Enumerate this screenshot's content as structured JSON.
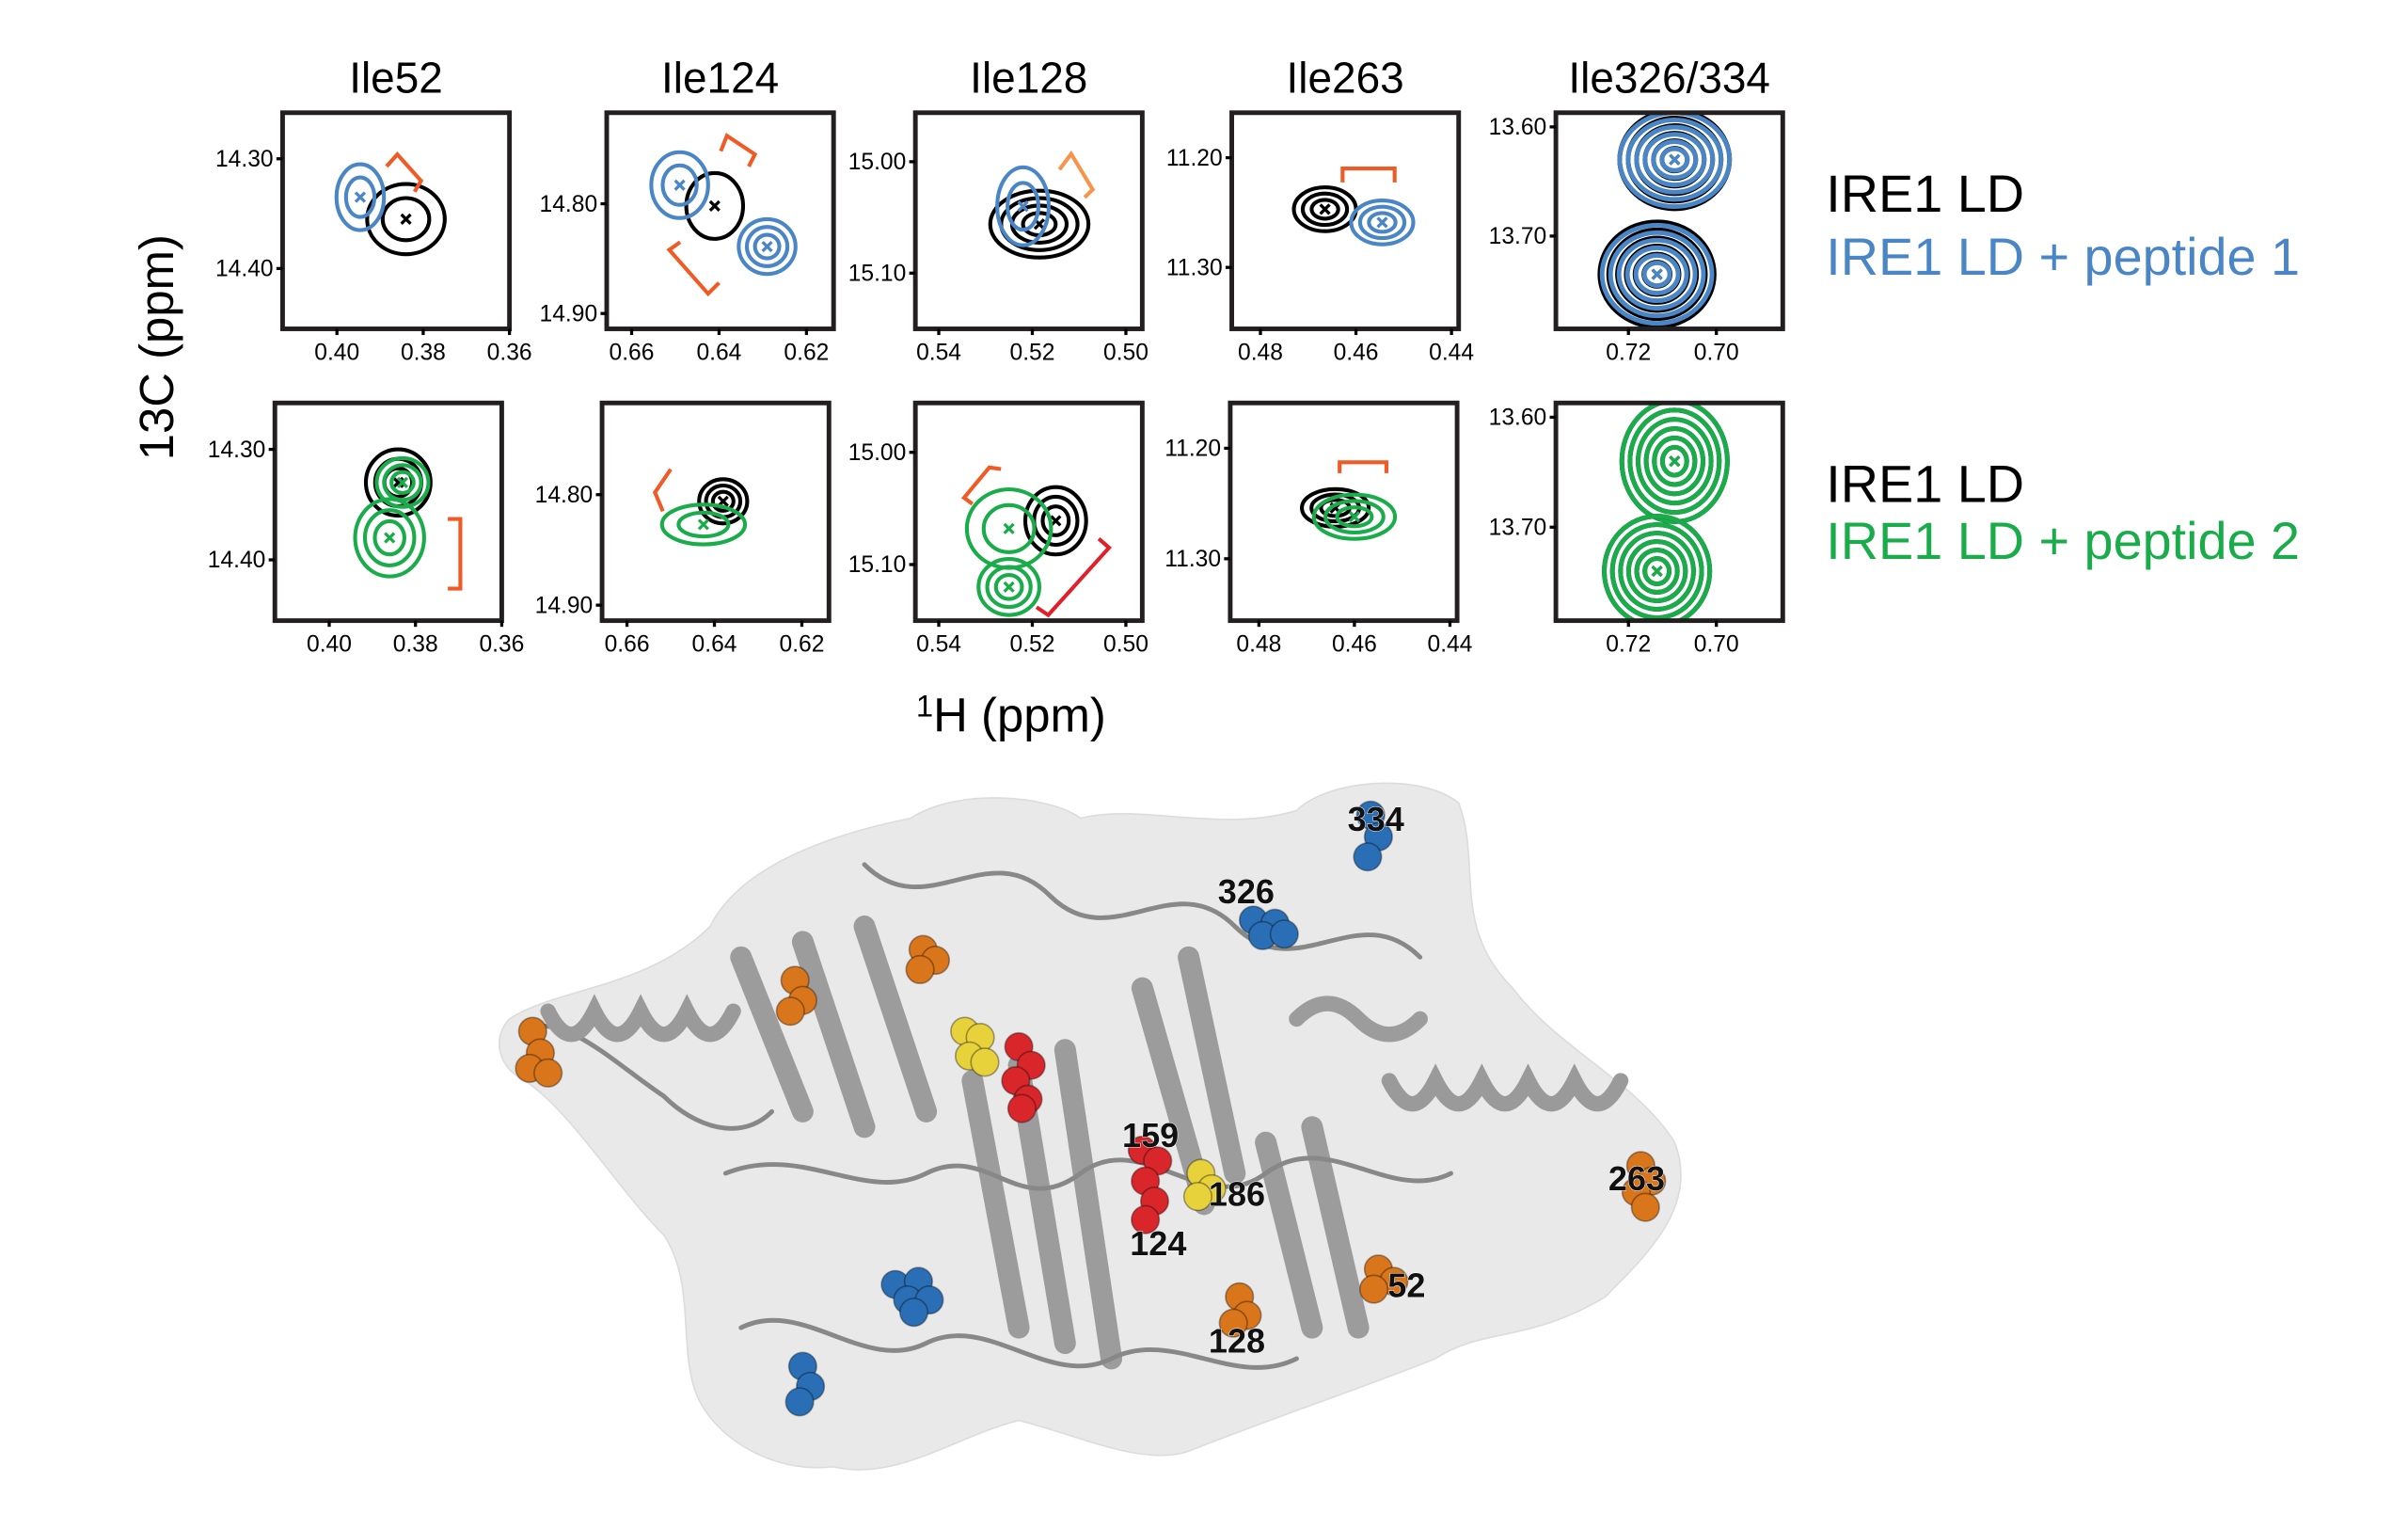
{
  "chart_data": {
    "type": "contour",
    "xlabel_prefix": "1",
    "xlabel": "H (ppm)",
    "ylabel": "13C (ppm)",
    "colors": {
      "ref": "#000000",
      "p1": "#4a86c5",
      "p2": "#1aac4a",
      "bracket": "#f05a24",
      "bracket_light": "#f7944a",
      "bracket_red": "#e0202a"
    },
    "legends": [
      {
        "row": 0,
        "items": [
          {
            "label": "IRE1 LD",
            "color": "#000000"
          },
          {
            "label": "IRE1 LD + peptide 1",
            "color": "#4a86c5"
          }
        ]
      },
      {
        "row": 1,
        "items": [
          {
            "label": "IRE1 LD",
            "color": "#000000"
          },
          {
            "label": "IRE1 LD + peptide 2",
            "color": "#1aac4a"
          }
        ]
      }
    ],
    "panels": [
      {
        "title": "Ile52",
        "xlim": [
          0.4126,
          0.36
        ],
        "ylim": [
          14.258,
          14.455
        ],
        "xticks": [
          "0.40",
          "0.38",
          "0.36"
        ],
        "yticks": [
          "14.30",
          "14.40"
        ],
        "peaks": [
          {
            "row": 0,
            "set": "ref",
            "x": 0.384,
            "y": 14.355,
            "rx": 0.009,
            "ry": 0.032,
            "levels": 2
          },
          {
            "row": 0,
            "set": "p1",
            "x": 0.3946,
            "y": 14.335,
            "rx": 0.0055,
            "ry": 0.03,
            "levels": 2
          },
          {
            "row": 1,
            "set": "ref",
            "x": 0.384,
            "y": 14.33,
            "rx": 0.0075,
            "ry": 0.03,
            "levels": 3
          },
          {
            "row": 1,
            "set": "p2",
            "x": 0.383,
            "y": 14.33,
            "rx": 0.006,
            "ry": 0.022,
            "levels": 3
          },
          {
            "row": 1,
            "set": "p2",
            "x": 0.386,
            "y": 14.38,
            "rx": 0.008,
            "ry": 0.035,
            "levels": 3
          }
        ],
        "brackets": [
          {
            "row": 0,
            "color": "bracket",
            "points": [
              [
                0.3885,
                14.307
              ],
              [
                0.386,
                14.296
              ],
              [
                0.3805,
                14.32
              ],
              [
                0.382,
                14.33
              ]
            ]
          },
          {
            "row": 1,
            "color": "bracket",
            "points": [
              [
                0.3725,
                14.363
              ],
              [
                0.3696,
                14.363
              ],
              [
                0.3696,
                14.426
              ],
              [
                0.3725,
                14.426
              ]
            ]
          }
        ]
      },
      {
        "title": "Ile124",
        "xlim": [
          0.6657,
          0.6138
        ],
        "ylim": [
          14.717,
          14.914
        ],
        "xticks": [
          "0.66",
          "0.64",
          "0.62"
        ],
        "yticks": [
          "14.80",
          "14.90"
        ],
        "peaks": [
          {
            "row": 0,
            "set": "ref",
            "x": 0.641,
            "y": 14.802,
            "rx": 0.0065,
            "ry": 0.03,
            "levels": 1
          },
          {
            "row": 0,
            "set": "p1",
            "x": 0.649,
            "y": 14.783,
            "rx": 0.0065,
            "ry": 0.03,
            "levels": 2
          },
          {
            "row": 0,
            "set": "p1",
            "x": 0.629,
            "y": 14.839,
            "rx": 0.0065,
            "ry": 0.025,
            "levels": 3
          },
          {
            "row": 1,
            "set": "ref",
            "x": 0.638,
            "y": 14.806,
            "rx": 0.0055,
            "ry": 0.02,
            "levels": 3
          },
          {
            "row": 1,
            "set": "p2",
            "x": 0.6425,
            "y": 14.827,
            "rx": 0.0095,
            "ry": 0.018,
            "levels": 2
          }
        ],
        "brackets": [
          {
            "row": 0,
            "color": "bracket",
            "points": [
              [
                0.6396,
                14.752
              ],
              [
                0.6382,
                14.738
              ],
              [
                0.6318,
                14.755
              ],
              [
                0.6332,
                14.766
              ]
            ]
          },
          {
            "row": 0,
            "color": "bracket",
            "points": [
              [
                0.6489,
                14.835
              ],
              [
                0.6514,
                14.842
              ],
              [
                0.6425,
                14.882
              ],
              [
                0.64,
                14.872
              ]
            ]
          },
          {
            "row": 1,
            "color": "bracket",
            "points": [
              [
                0.65,
                14.777
              ],
              [
                0.6536,
                14.798
              ],
              [
                0.6518,
                14.815
              ]
            ]
          }
        ]
      },
      {
        "title": "Ile128",
        "xlim": [
          0.545,
          0.4965
        ],
        "ylim": [
          14.956,
          15.15
        ],
        "xticks": [
          "0.54",
          "0.52",
          "0.50"
        ],
        "yticks": [
          "15.00",
          "15.10"
        ],
        "peaks": [
          {
            "row": 0,
            "set": "ref",
            "x": 0.5185,
            "y": 15.056,
            "rx": 0.0105,
            "ry": 0.03,
            "levels": 4
          },
          {
            "row": 0,
            "set": "p1",
            "x": 0.522,
            "y": 15.04,
            "rx": 0.0055,
            "ry": 0.035,
            "levels": 2
          },
          {
            "row": 1,
            "set": "ref",
            "x": 0.515,
            "y": 15.061,
            "rx": 0.0065,
            "ry": 0.03,
            "levels": 3
          },
          {
            "row": 1,
            "set": "p2",
            "x": 0.525,
            "y": 15.068,
            "rx": 0.009,
            "ry": 0.035,
            "levels": 2
          },
          {
            "row": 1,
            "set": "p2",
            "x": 0.525,
            "y": 15.12,
            "rx": 0.0065,
            "ry": 0.025,
            "levels": 3
          }
        ],
        "brackets": [
          {
            "row": 0,
            "color": "bracket_light",
            "points": [
              [
                0.5142,
                15.007
              ],
              [
                0.5117,
                14.993
              ],
              [
                0.5071,
                15.025
              ],
              [
                0.5088,
                15.032
              ]
            ]
          },
          {
            "row": 1,
            "color": "bracket",
            "points": [
              [
                0.5267,
                15.0149
              ],
              [
                0.5292,
                15.0135
              ],
              [
                0.5346,
                15.0405
              ],
              [
                0.5328,
                15.046
              ]
            ]
          },
          {
            "row": 1,
            "color": "bracket_red",
            "points": [
              [
                0.5058,
                15.077
              ],
              [
                0.5036,
                15.085
              ],
              [
                0.5166,
                15.145
              ],
              [
                0.5191,
                15.138
              ]
            ]
          }
        ]
      },
      {
        "title": "Ile263",
        "xlim": [
          0.486,
          0.4385
        ],
        "ylim": [
          11.159,
          11.356
        ],
        "xticks": [
          "0.48",
          "0.46",
          "0.44"
        ],
        "yticks": [
          "11.20",
          "11.30"
        ],
        "peaks": [
          {
            "row": 0,
            "set": "ref",
            "x": 0.4665,
            "y": 11.247,
            "rx": 0.0065,
            "ry": 0.02,
            "levels": 3
          },
          {
            "row": 0,
            "set": "p1",
            "x": 0.4545,
            "y": 11.259,
            "rx": 0.0065,
            "ry": 0.02,
            "levels": 3
          },
          {
            "row": 1,
            "set": "ref",
            "x": 0.464,
            "y": 11.254,
            "rx": 0.007,
            "ry": 0.017,
            "levels": 3
          },
          {
            "row": 1,
            "set": "p2",
            "x": 0.46,
            "y": 11.262,
            "rx": 0.0085,
            "ry": 0.02,
            "levels": 3
          }
        ],
        "brackets": [
          {
            "row": 0,
            "color": "bracket",
            "points": [
              [
                0.4628,
                11.2225
              ],
              [
                0.4628,
                11.2098
              ],
              [
                0.4519,
                11.2098
              ],
              [
                0.4519,
                11.2225
              ]
            ]
          },
          {
            "row": 1,
            "color": "bracket",
            "points": [
              [
                0.4631,
                11.2225
              ],
              [
                0.4631,
                11.2127
              ],
              [
                0.4533,
                11.2127
              ],
              [
                0.4533,
                11.2225
              ]
            ]
          }
        ]
      },
      {
        "title": "Ile326/334",
        "xlim": [
          0.7365,
          0.6849
        ],
        "ylim": [
          13.587,
          13.785
        ],
        "xticks": [
          "0.72",
          "0.70"
        ],
        "yticks": [
          "13.60",
          "13.70"
        ],
        "peaks": [
          {
            "row": 0,
            "set": "ref",
            "x": 0.7095,
            "y": 13.63,
            "rx": 0.0125,
            "ry": 0.045,
            "levels": 6
          },
          {
            "row": 0,
            "set": "p1",
            "x": 0.7095,
            "y": 13.63,
            "rx": 0.0125,
            "ry": 0.043,
            "levels": 6
          },
          {
            "row": 0,
            "set": "ref",
            "x": 0.7135,
            "y": 13.735,
            "rx": 0.013,
            "ry": 0.048,
            "levels": 6
          },
          {
            "row": 0,
            "set": "p1",
            "x": 0.7135,
            "y": 13.735,
            "rx": 0.0125,
            "ry": 0.045,
            "levels": 6
          },
          {
            "row": 1,
            "set": "ref",
            "x": 0.7095,
            "y": 13.64,
            "rx": 0.012,
            "ry": 0.055,
            "levels": 6
          },
          {
            "row": 1,
            "set": "p2",
            "x": 0.7095,
            "y": 13.64,
            "rx": 0.012,
            "ry": 0.055,
            "levels": 6
          },
          {
            "row": 1,
            "set": "ref",
            "x": 0.7135,
            "y": 13.74,
            "rx": 0.012,
            "ry": 0.05,
            "levels": 6
          },
          {
            "row": 1,
            "set": "p2",
            "x": 0.7135,
            "y": 13.74,
            "rx": 0.012,
            "ry": 0.05,
            "levels": 6
          }
        ],
        "brackets": []
      }
    ]
  },
  "structure": {
    "colors": {
      "orange": "#d9751a",
      "blue": "#2a6fb5",
      "red": "#d8262b",
      "yellow": "#e8d23c",
      "ribbon": "#8a8a8a",
      "surface": "#e6e6e6"
    },
    "residue_labels": [
      "334",
      "326",
      "159",
      "186",
      "124",
      "128",
      "52",
      "263"
    ]
  }
}
